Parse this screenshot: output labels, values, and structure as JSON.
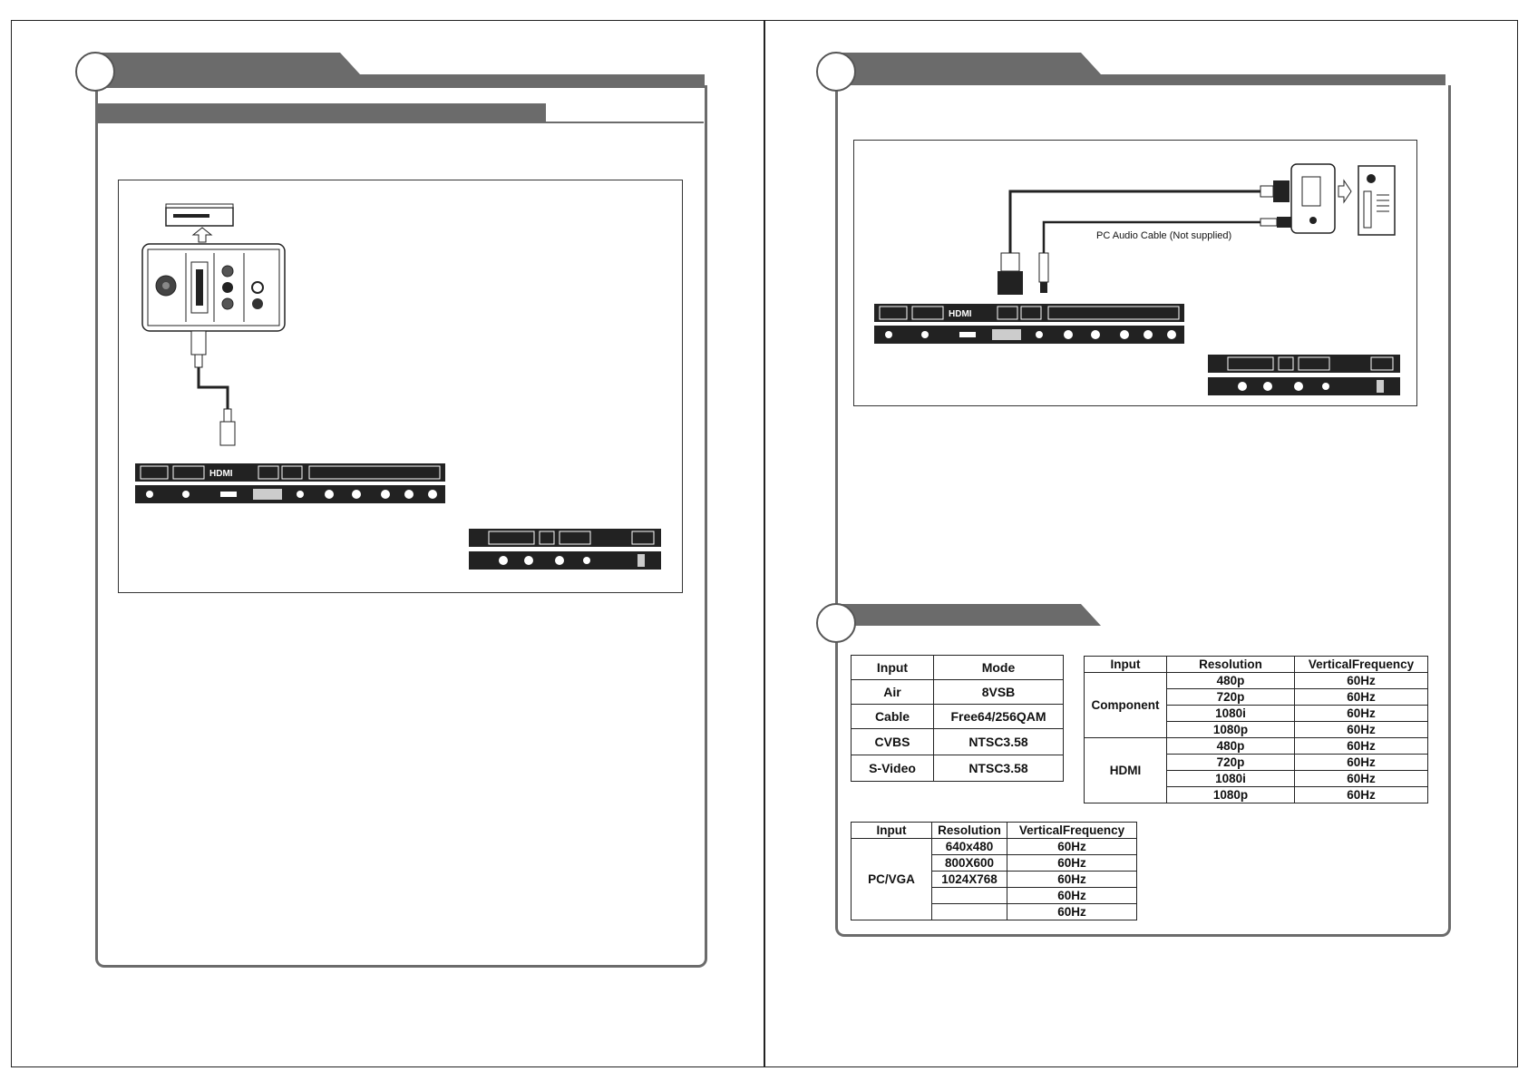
{
  "pc_diagram": {
    "audio_cable_label": "PC Audio Cable (Not supplied)"
  },
  "panel_brand": "HDMI",
  "tv_table": {
    "headers": [
      "Input",
      "Mode"
    ],
    "rows": [
      [
        "Air",
        "8VSB"
      ],
      [
        "Cable",
        "Free64/256QAM"
      ],
      [
        "CVBS",
        "NTSC3.58"
      ],
      [
        "S-Video",
        "NTSC3.58"
      ]
    ]
  },
  "hd_table": {
    "headers": [
      "Input",
      "Resolution",
      "VerticalFrequency"
    ],
    "groups": [
      {
        "input": "Component",
        "rows": [
          [
            "480p",
            "60Hz"
          ],
          [
            "720p",
            "60Hz"
          ],
          [
            "1080i",
            "60Hz"
          ],
          [
            "1080p",
            "60Hz"
          ]
        ]
      },
      {
        "input": "HDMI",
        "rows": [
          [
            "480p",
            "60Hz"
          ],
          [
            "720p",
            "60Hz"
          ],
          [
            "1080i",
            "60Hz"
          ],
          [
            "1080p",
            "60Hz"
          ]
        ]
      }
    ]
  },
  "pc_table": {
    "headers": [
      "Input",
      "Resolution",
      "VerticalFrequency"
    ],
    "input": "PC/VGA",
    "rows": [
      [
        "640x480",
        "60Hz"
      ],
      [
        "800X600",
        "60Hz"
      ],
      [
        "1024X768",
        "60Hz"
      ],
      [
        "",
        "60Hz"
      ],
      [
        "",
        "60Hz"
      ]
    ]
  },
  "colors": {
    "header_gray": "#6b6b6b",
    "line": "#222222"
  }
}
